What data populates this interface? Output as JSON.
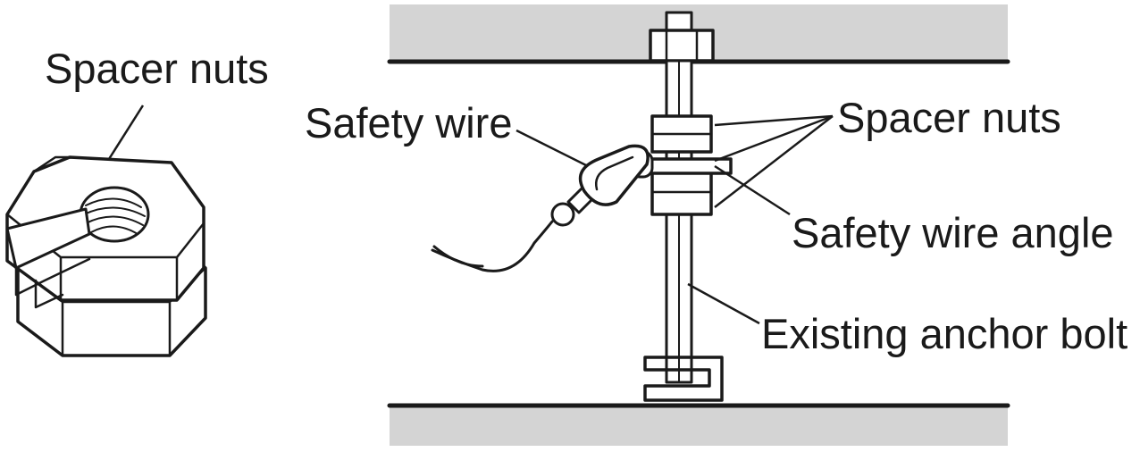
{
  "labels": {
    "spacer_nuts_left": "Spacer nuts",
    "safety_wire": "Safety wire",
    "spacer_nuts_right": "Spacer nuts",
    "safety_wire_angle": "Safety wire angle",
    "existing_anchor_bolt": "Existing anchor bolt"
  },
  "colors": {
    "ink": "#1a1a1a",
    "slab": "#d4d4d4",
    "background": "#ffffff"
  }
}
